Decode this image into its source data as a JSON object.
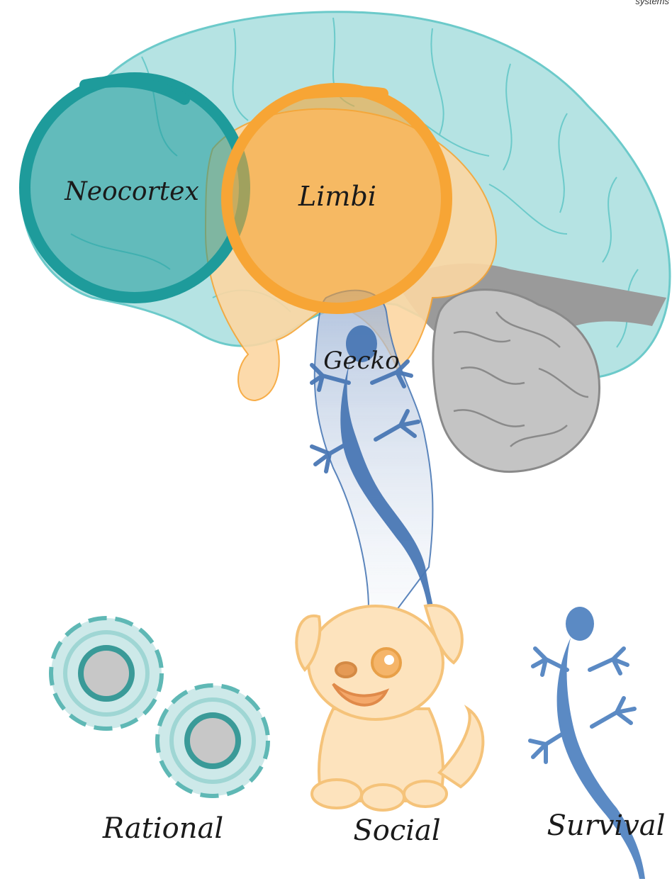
{
  "corner_text": "systems",
  "regions": {
    "neocortex": "Neocortex",
    "limbic": "Limbi",
    "reptilian": "Gecko"
  },
  "captions": {
    "rational": "Rational",
    "social": "Social",
    "survival": "Survival"
  },
  "colors": {
    "cortex": "#b5e3e3",
    "cortex_stroke": "#6ccaca",
    "neocortex": "#1e9b9b",
    "limbic": "#f7a535",
    "limbic_light": "#fcd7a3",
    "brainstem": "#6b8fc2",
    "gecko": "#4a78b5",
    "cerebellum": "#bfbfbf",
    "gear": "#cde9e9",
    "gear_stroke": "#5fb8b5",
    "puppy": "#fde3bd",
    "puppy_stroke": "#f5c37a"
  },
  "icons": [
    "brain-illustration",
    "gear-icon",
    "puppy-icon",
    "gecko-icon"
  ]
}
